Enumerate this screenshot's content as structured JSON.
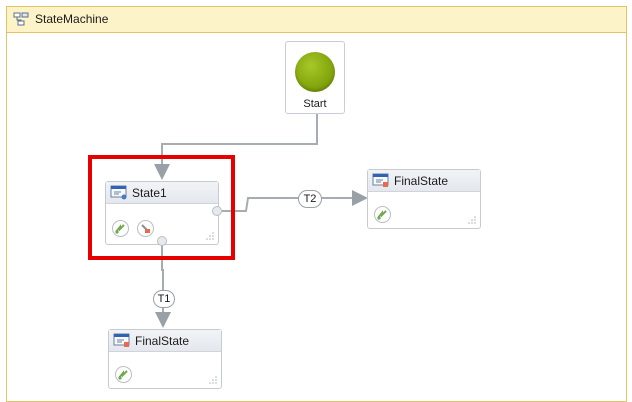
{
  "container": {
    "title": "StateMachine"
  },
  "start": {
    "label": "Start"
  },
  "states": {
    "state1": {
      "name": "State1"
    },
    "final_right": {
      "name": "FinalState"
    },
    "final_bottom": {
      "name": "FinalState"
    }
  },
  "transitions": {
    "t1": "T1",
    "t2": "T2"
  },
  "colors": {
    "header_bg": "#fdf3c8",
    "header_border": "#e5c365",
    "start_green": "#86a80e",
    "highlight": "#e60000",
    "wire": "#a7abb2"
  },
  "icons": {
    "container": "state-machine-icon",
    "state": "state-icon",
    "final": "final-state-icon",
    "entry": "entry-action-icon",
    "exit": "exit-action-icon"
  }
}
